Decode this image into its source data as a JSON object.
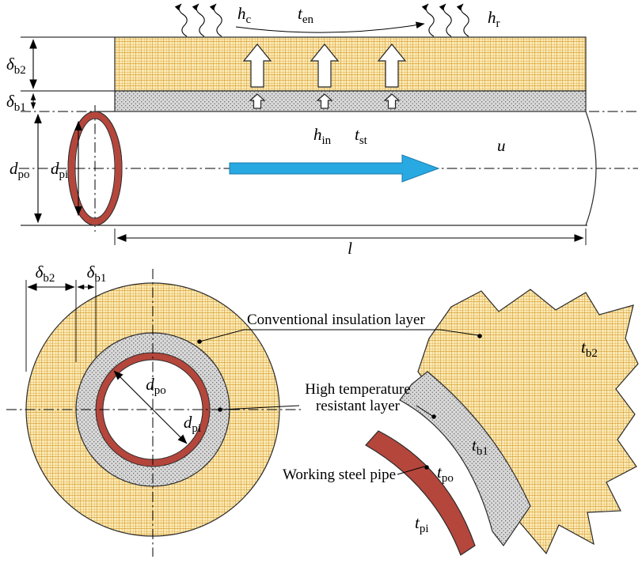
{
  "colors": {
    "insulation_fill": "#FBEAB5",
    "insulation_grid": "#DBA53F",
    "htr_fill": "#D8D8D8",
    "htr_dot": "#5a5a5a",
    "pipe_red": "#B5463C",
    "flow_blue": "#29A9E1"
  },
  "longitudinal": {
    "h_c": {
      "main": "h",
      "sub": "c"
    },
    "t_en": {
      "main": "t",
      "sub": "en"
    },
    "h_r": {
      "main": "h",
      "sub": "r"
    },
    "delta_b2": {
      "main": "δ",
      "sub": "b2"
    },
    "delta_b1": {
      "main": "δ",
      "sub": "b1"
    },
    "d_po": {
      "main": "d",
      "sub": "po"
    },
    "d_pi": {
      "main": "d",
      "sub": "pi"
    },
    "h_in": {
      "main": "h",
      "sub": "in"
    },
    "t_st": {
      "main": "t",
      "sub": "st"
    },
    "u": {
      "main": "u",
      "sub": ""
    },
    "l": {
      "main": "l",
      "sub": ""
    }
  },
  "cross_section": {
    "delta_b2": {
      "main": "δ",
      "sub": "b2"
    },
    "delta_b1": {
      "main": "δ",
      "sub": "b1"
    },
    "d_po": {
      "main": "d",
      "sub": "po"
    },
    "d_pi": {
      "main": "d",
      "sub": "pi"
    }
  },
  "detail": {
    "conventional_layer_label": "Conventional insulation layer",
    "htr_layer_label_line1": "High temperature",
    "htr_layer_label_line2": "resistant layer",
    "steel_pipe_label": "Working steel pipe",
    "t_b2": {
      "main": "t",
      "sub": "b2"
    },
    "t_b1": {
      "main": "t",
      "sub": "b1"
    },
    "t_po": {
      "main": "t",
      "sub": "po"
    },
    "t_pi": {
      "main": "t",
      "sub": "pi"
    }
  }
}
